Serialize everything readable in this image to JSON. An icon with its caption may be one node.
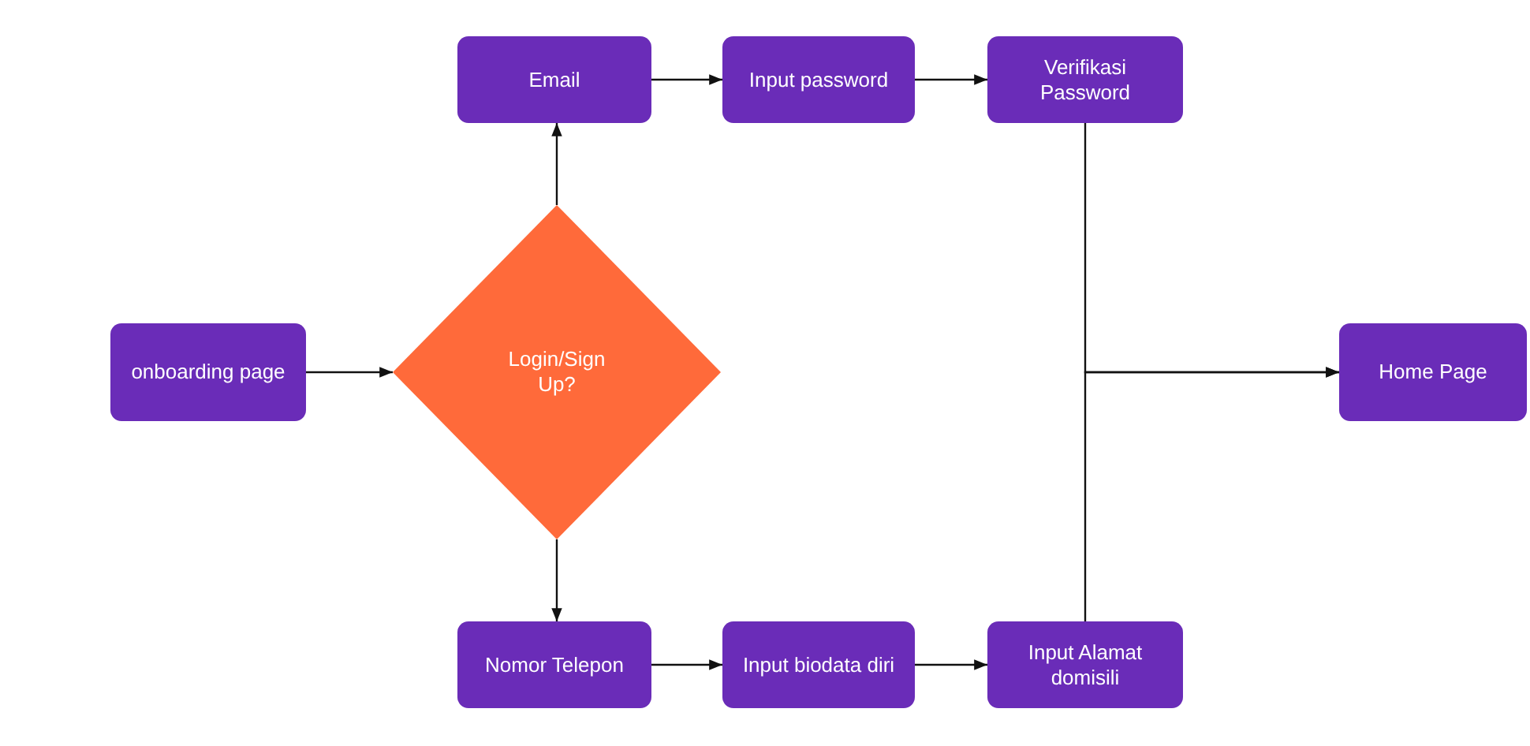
{
  "diagram": {
    "nodes": [
      {
        "text": [
          "onboarding page"
        ]
      },
      {
        "text": [
          "Login/Sign Up?"
        ]
      },
      {
        "text": [
          "Email"
        ]
      },
      {
        "text": [
          "Input password"
        ]
      },
      {
        "text": [
          "Verifikasi Password"
        ]
      },
      {
        "text": [
          "Nomor Telepon"
        ]
      },
      {
        "text": [
          "Input biodata diri"
        ]
      },
      {
        "text": [
          "Input Alamat domisili"
        ]
      },
      {
        "text": [
          "Home Page"
        ]
      }
    ],
    "edges": [
      {
        "from": 0,
        "to": 1,
        "arrow": "to"
      },
      {
        "from": 1,
        "to": 2,
        "arrow": "to"
      },
      {
        "from": 1,
        "to": 5,
        "arrow": "to"
      },
      {
        "from": 2,
        "to": 3,
        "arrow": "to"
      },
      {
        "from": 3,
        "to": 4,
        "arrow": "to"
      },
      {
        "from": 5,
        "to": 6,
        "arrow": "to"
      },
      {
        "from": 6,
        "to": 7,
        "arrow": "to"
      },
      {
        "from": 4,
        "to": 8,
        "arrow": "to"
      },
      {
        "from": 7,
        "to": 8,
        "arrow": "to"
      }
    ]
  }
}
